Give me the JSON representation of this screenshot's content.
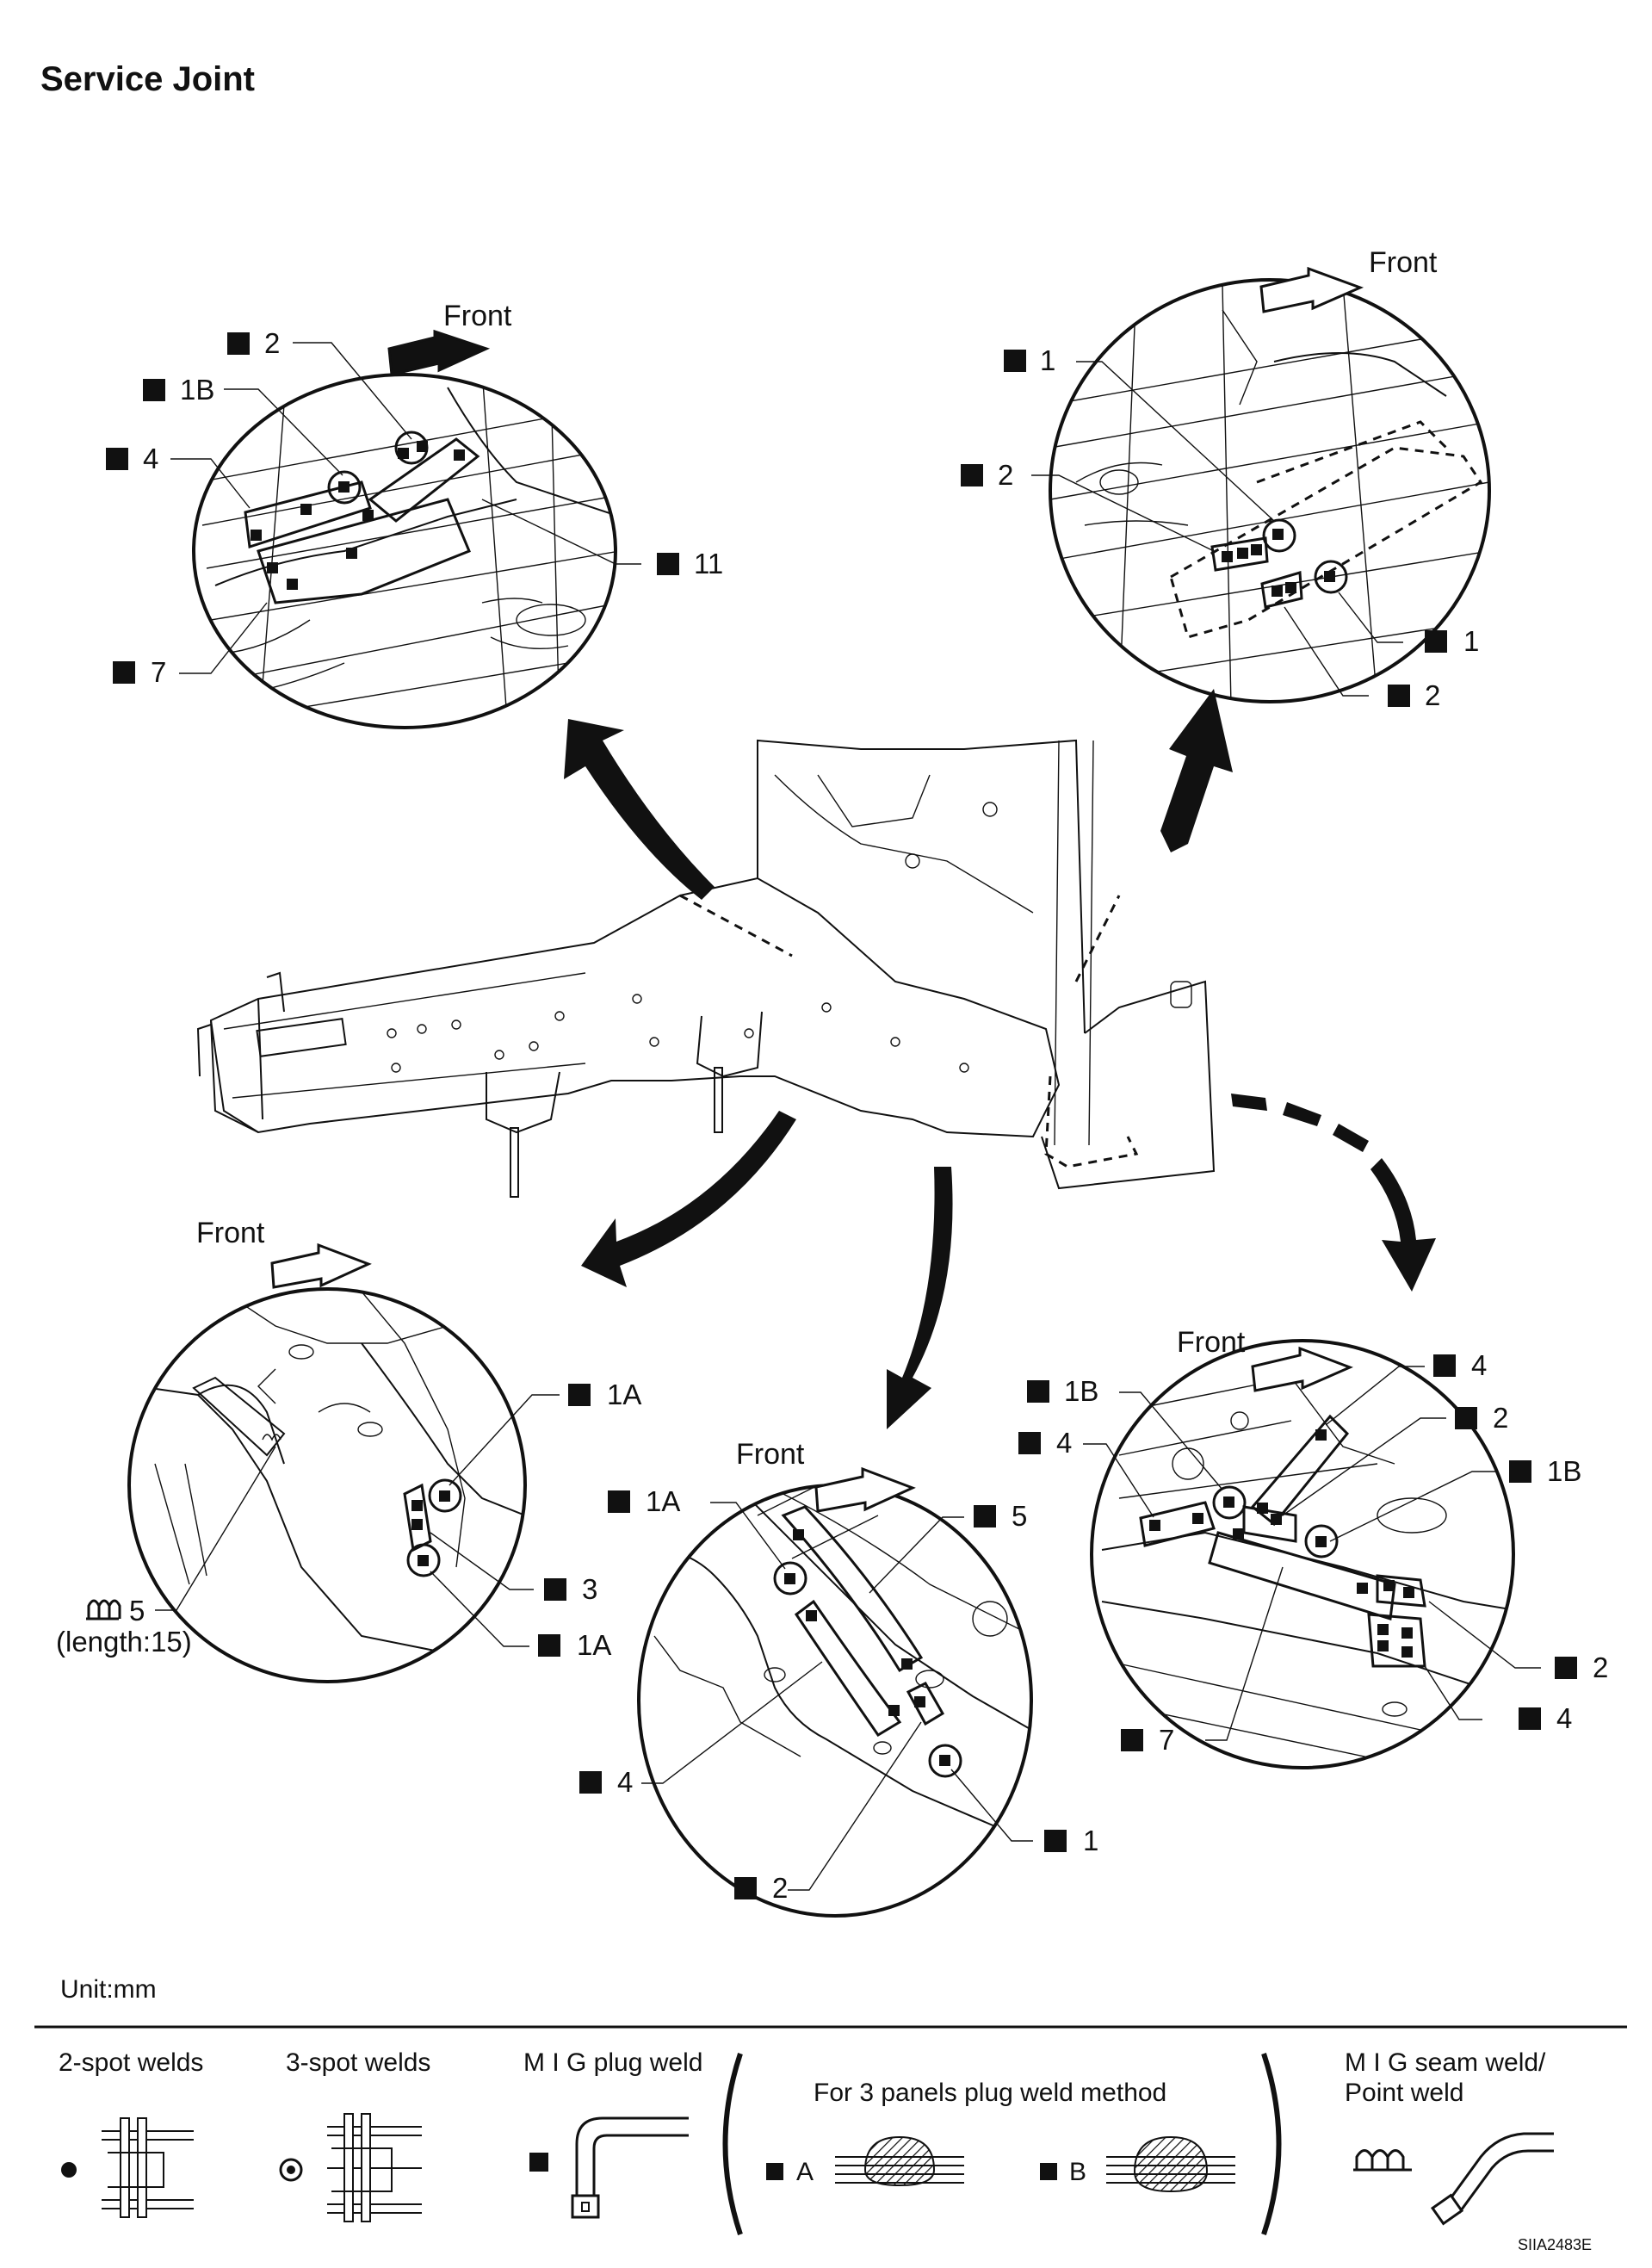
{
  "title": "Service Joint",
  "front_label": "Front",
  "unit": "Unit:mm",
  "code": "SIIA2483E",
  "views": {
    "top_left": {
      "labels": {
        "a": "2",
        "b": "1B",
        "c": "4",
        "d": "11",
        "e": "7"
      }
    },
    "top_right": {
      "labels": {
        "a": "1",
        "b": "2",
        "c": "1",
        "d": "2"
      }
    },
    "bottom_left": {
      "labels": {
        "a": "1A",
        "b": "3",
        "c": "1A"
      },
      "mig_seam": "5",
      "mig_seam_length": "(length:15)"
    },
    "bottom_center": {
      "labels": {
        "a": "1A",
        "b": "5",
        "c": "4",
        "d": "1",
        "e": "2"
      }
    },
    "bottom_right": {
      "labels": {
        "a": "4",
        "b": "1B",
        "c": "2",
        "d": "4",
        "e": "1B",
        "f": "2",
        "g": "7",
        "h": "4"
      }
    }
  },
  "legend": {
    "two_spot": "2-spot welds",
    "three_spot": "3-spot welds",
    "mig_plug": "M I G plug weld",
    "three_panels": "For 3 panels plug weld method",
    "method_a": "A",
    "method_b": "B",
    "mig_seam_line1": "M I G seam weld/",
    "mig_seam_line2": "Point weld"
  }
}
